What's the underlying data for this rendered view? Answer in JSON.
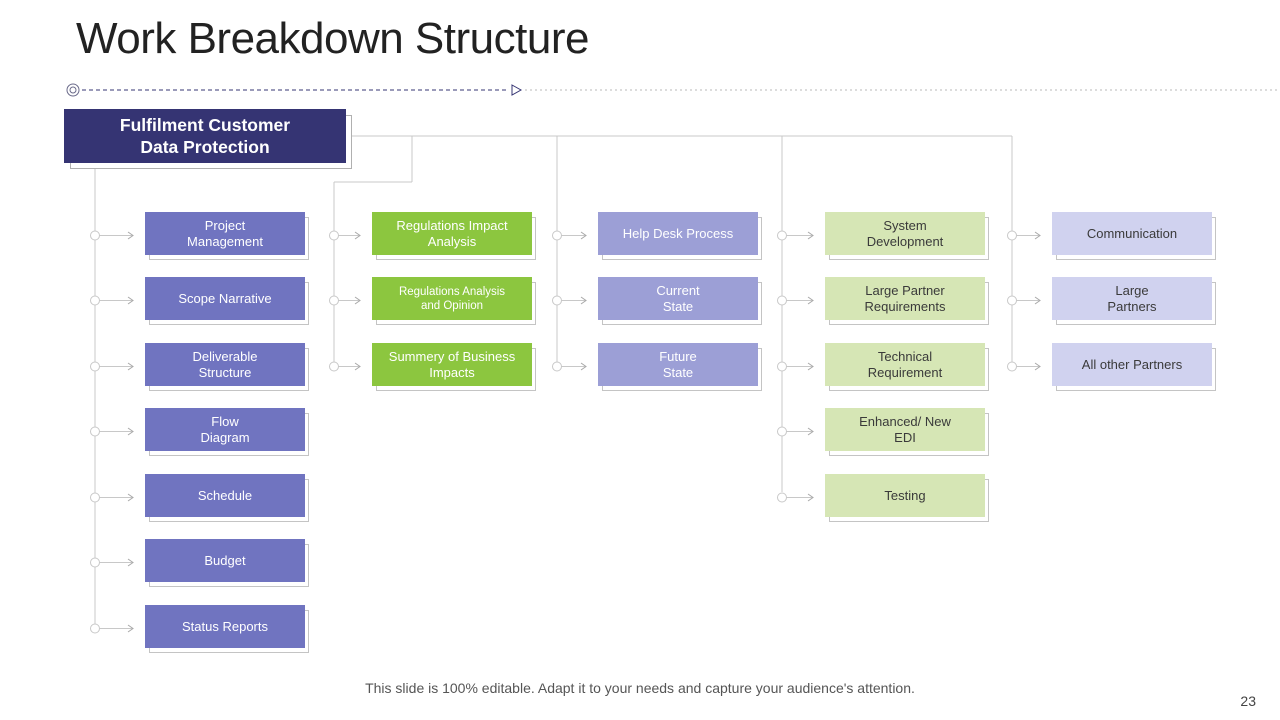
{
  "title": "Work Breakdown Structure",
  "root": {
    "label": "Fulfilment Customer\nData Protection"
  },
  "columns": [
    {
      "id": "col1",
      "fill": "#7074c0",
      "text_color": "#ffffff",
      "items": [
        "Project\nManagement",
        "Scope Narrative",
        "Deliverable\nStructure",
        "Flow\nDiagram",
        "Schedule",
        "Budget",
        "Status Reports"
      ]
    },
    {
      "id": "col2",
      "fill": "#8cc63f",
      "text_color": "#ffffff",
      "items": [
        "Regulations Impact\nAnalysis",
        "Regulations Analysis\nand Opinion",
        "Summery of Business\nImpacts"
      ]
    },
    {
      "id": "col3",
      "fill": "#9c9fd6",
      "text_color": "#ffffff",
      "items": [
        "Help Desk Process",
        "Current\nState",
        "Future\nState"
      ]
    },
    {
      "id": "col4",
      "fill": "#d6e6b5",
      "text_color": "#3a3a3a",
      "items": [
        "System\nDevelopment",
        "Large Partner\nRequirements",
        "Technical\nRequirement",
        "Enhanced/ New\nEDI",
        "Testing"
      ]
    },
    {
      "id": "col5",
      "fill": "#d0d2ef",
      "text_color": "#3a3a3a",
      "items": [
        "Communication",
        "Large\nPartners",
        "All other Partners"
      ]
    }
  ],
  "colors": {
    "root": "#353473",
    "connector": "#c8c8c8",
    "dashed": "#353473",
    "dotted": "#b8b8b8"
  },
  "footer": "This slide is 100% editable. Adapt it to your needs and capture your audience's attention.",
  "page_number": "23"
}
